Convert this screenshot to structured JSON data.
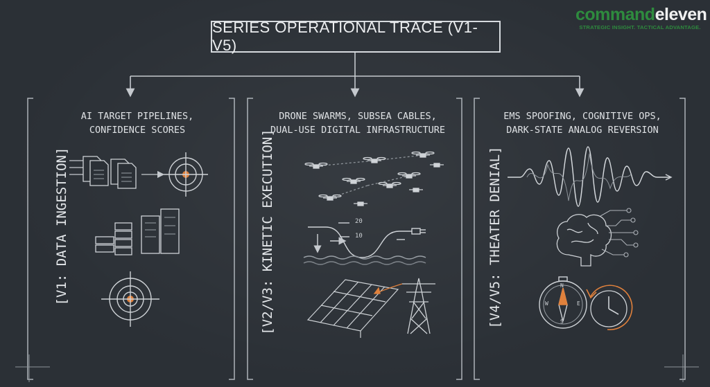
{
  "logo": {
    "word_left": "command",
    "word_right": "eleven",
    "tagline": "STRATEGIC INSIGHT. TACTICAL ADVANTAGE.",
    "colors": {
      "green": "#2e8b3e",
      "white": "#f1f1f1"
    }
  },
  "title": "SERIES OPERATIONAL TRACE (V1-V5)",
  "columns": [
    {
      "label": "[V1: DATA INGESTION]",
      "caption_line1": "AI TARGET PIPELINES,",
      "caption_line2": "CONFIDENCE SCORES",
      "icons": [
        "document-stack-icon",
        "target-reticle-icon",
        "server-rack-icon",
        "target-reticle-icon"
      ]
    },
    {
      "label": "[V2/V3: KINETIC EXECUTION]",
      "caption_line1": "DRONE SWARMS, SUBSEA CABLES,",
      "caption_line2": "DUAL-USE DIGITAL INFRASTRUCTURE",
      "icons": [
        "drone-swarm-icon",
        "subsea-cable-icon",
        "solar-panel-icon",
        "power-pylon-icon"
      ],
      "cable_depth_labels": [
        "20",
        "10"
      ]
    },
    {
      "label": "[V4/V5: THEATER DENIAL]",
      "caption_line1": "EMS SPOOFING, COGNITIVE OPS,",
      "caption_line2": "DARK-STATE ANALOG REVERSION",
      "icons": [
        "signal-waveform-icon",
        "brain-circuit-icon",
        "compass-icon",
        "clock-rewind-icon"
      ],
      "compass_letters": [
        "N",
        "E",
        "S",
        "W"
      ]
    }
  ],
  "accent": "#e0813c",
  "line_color": "#b9bec4"
}
